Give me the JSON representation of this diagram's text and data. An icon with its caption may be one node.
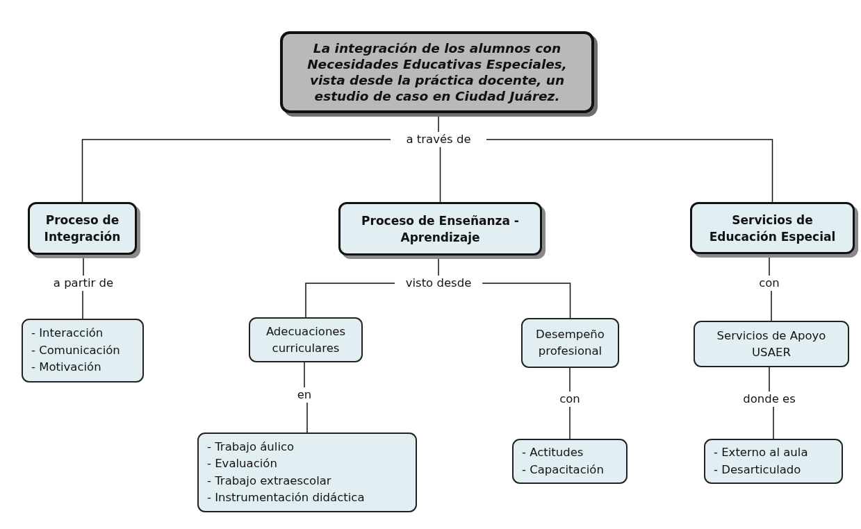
{
  "diagram": {
    "nodes": [
      {
        "text": [
          "La integración de los alumnos con Necesidades Educativas Especiales, vista desde la práctica docente, un estudio de caso en Ciudad Juárez."
        ]
      },
      {
        "text": [
          "a través de"
        ]
      },
      {
        "text": [
          "Proceso de Integración"
        ]
      },
      {
        "text": [
          "Proceso de Enseñanza - Aprendizaje"
        ]
      },
      {
        "text": [
          "Servicios de Educación Especial"
        ]
      },
      {
        "text": [
          "a partir de"
        ]
      },
      {
        "text": [
          "visto desde"
        ]
      },
      {
        "text": [
          "con"
        ]
      },
      {
        "text": [
          "- Interacción",
          "- Comunicación",
          "- Motivación"
        ]
      },
      {
        "text": [
          "Adecuaciones curriculares"
        ]
      },
      {
        "text": [
          "Desempeño profesional"
        ]
      },
      {
        "text": [
          "Servicios de Apoyo USAER"
        ]
      },
      {
        "text": [
          "en"
        ]
      },
      {
        "text": [
          "con"
        ]
      },
      {
        "text": [
          "donde es"
        ]
      },
      {
        "text": [
          "- Trabajo áulico",
          "- Evaluación",
          "- Trabajo extraescolar",
          "- Instrumentación didáctica"
        ]
      },
      {
        "text": [
          "- Actitudes",
          "- Capacitación"
        ]
      },
      {
        "text": [
          "- Externo al aula",
          "- Desarticulado"
        ]
      }
    ],
    "edges": [
      {
        "from": 0,
        "to": 1,
        "arrow": "none"
      },
      {
        "from": 1,
        "to": 2,
        "arrow": "none"
      },
      {
        "from": 1,
        "to": 3,
        "arrow": "none"
      },
      {
        "from": 1,
        "to": 4,
        "arrow": "none"
      },
      {
        "from": 2,
        "to": 5,
        "arrow": "none"
      },
      {
        "from": 5,
        "to": 8,
        "arrow": "none"
      },
      {
        "from": 3,
        "to": 6,
        "arrow": "none"
      },
      {
        "from": 6,
        "to": 9,
        "arrow": "none"
      },
      {
        "from": 6,
        "to": 10,
        "arrow": "none"
      },
      {
        "from": 4,
        "to": 7,
        "arrow": "none"
      },
      {
        "from": 7,
        "to": 11,
        "arrow": "none"
      },
      {
        "from": 9,
        "to": 12,
        "arrow": "none"
      },
      {
        "from": 12,
        "to": 15,
        "arrow": "none"
      },
      {
        "from": 10,
        "to": 13,
        "arrow": "none"
      },
      {
        "from": 13,
        "to": 16,
        "arrow": "none"
      },
      {
        "from": 11,
        "to": 14,
        "arrow": "none"
      },
      {
        "from": 14,
        "to": 17,
        "arrow": "none"
      }
    ]
  }
}
